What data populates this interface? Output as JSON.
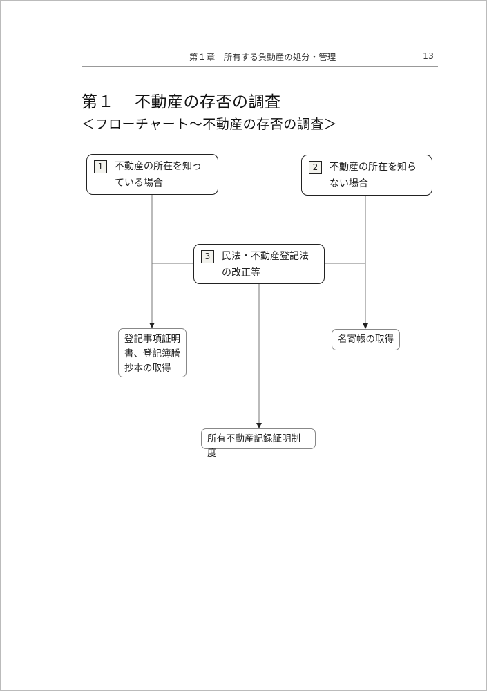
{
  "header": {
    "running_title": "第１章　所有する負動産の処分・管理",
    "page_number": "13"
  },
  "section": {
    "number": "第１",
    "title": "不動産の存否の調査"
  },
  "subtitle": "＜フローチャート～不動産の存否の調査＞",
  "flowchart": {
    "box1": {
      "num": "1",
      "lines": [
        "不動産の所在を知っ",
        "ている場合"
      ]
    },
    "box2": {
      "num": "2",
      "lines": [
        "不動産の所在を知ら",
        "ない場合"
      ]
    },
    "box3": {
      "num": "3",
      "lines": [
        "民法・不動産登記法",
        "の改正等"
      ]
    },
    "result_left": {
      "lines": [
        "登記事項証明",
        "書、登記簿謄",
        "抄本の取得"
      ]
    },
    "result_right": {
      "lines": [
        "名寄帳の取得"
      ]
    },
    "result_center": {
      "lines": [
        "所有不動産記録証明制度"
      ]
    }
  }
}
